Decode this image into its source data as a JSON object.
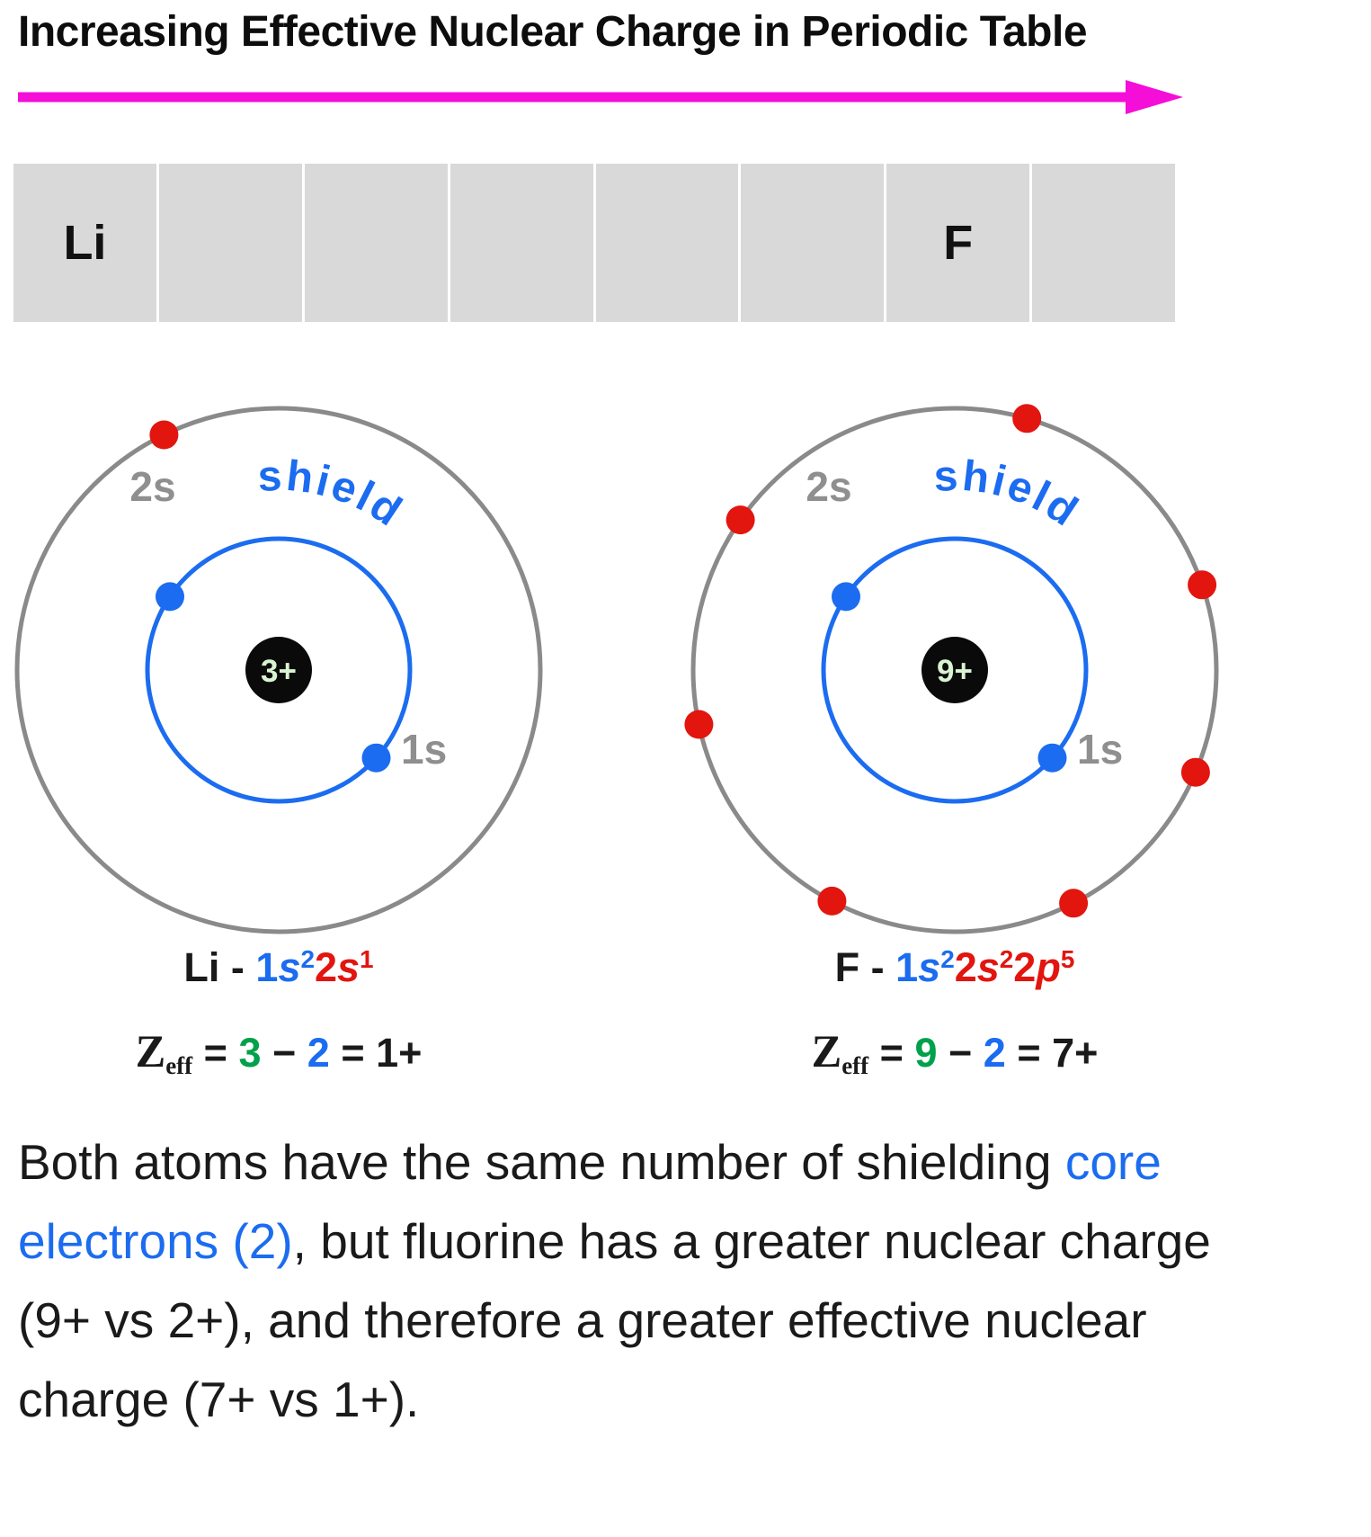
{
  "title": "Increasing Effective Nuclear Charge in Periodic Table",
  "colors": {
    "text": "#1a1a1a",
    "blue": "#1b6cf0",
    "red": "#e2150f",
    "green": "#00a14b",
    "magenta": "#f50dd8",
    "gray_label": "#8f8f8f",
    "shell_gray": "#8a8a8a",
    "cell_bg": "#d9d9d9",
    "nucleus_bg": "#0a0a0a",
    "nucleus_text": "#d9f2d2"
  },
  "periodic_row": {
    "cells": [
      "Li",
      "",
      "",
      "",
      "",
      "",
      "F",
      ""
    ]
  },
  "atoms": [
    {
      "element": "Li",
      "nucleus_label": "3+",
      "outer_shell_label": "2s",
      "inner_shell_label": "1s",
      "shield_label": "shield",
      "outer_electron_angles": [
        116
      ],
      "inner_electron_angles": [
        146,
        318
      ]
    },
    {
      "element": "F",
      "nucleus_label": "9+",
      "outer_shell_label": "2s",
      "inner_shell_label": "1s",
      "shield_label": "shield",
      "outer_electron_angles": [
        19,
        74,
        145,
        192,
        242,
        297,
        337
      ],
      "inner_electron_angles": [
        146,
        318
      ]
    }
  ],
  "config_lines": {
    "li": [
      {
        "t": "Li - ",
        "c": "text"
      },
      {
        "t": "1",
        "c": "blue"
      },
      {
        "t": "s",
        "c": "blue",
        "i": true
      },
      {
        "t": "2",
        "c": "blue",
        "sup": true
      },
      {
        "t": "2",
        "c": "red"
      },
      {
        "t": "s",
        "c": "red",
        "i": true
      },
      {
        "t": "1",
        "c": "red",
        "sup": true
      }
    ],
    "f": [
      {
        "t": "F - ",
        "c": "text"
      },
      {
        "t": "1",
        "c": "blue"
      },
      {
        "t": "s",
        "c": "blue",
        "i": true
      },
      {
        "t": "2",
        "c": "blue",
        "sup": true
      },
      {
        "t": "2",
        "c": "red"
      },
      {
        "t": "s",
        "c": "red",
        "i": true
      },
      {
        "t": "2",
        "c": "red",
        "sup": true
      },
      {
        "t": "2",
        "c": "red"
      },
      {
        "t": "p",
        "c": "red",
        "i": true
      },
      {
        "t": "5",
        "c": "red",
        "sup": true
      }
    ],
    "li_zeff": [
      {
        "t": "Z",
        "c": "text",
        "serif": true
      },
      {
        "t": "eff",
        "c": "text",
        "serif": true,
        "sub": true
      },
      {
        "t": " = ",
        "c": "text"
      },
      {
        "t": "3",
        "c": "green"
      },
      {
        "t": " − ",
        "c": "text"
      },
      {
        "t": "2",
        "c": "blue"
      },
      {
        "t": " = 1+",
        "c": "text"
      }
    ],
    "f_zeff": [
      {
        "t": "Z",
        "c": "text",
        "serif": true
      },
      {
        "t": "eff",
        "c": "text",
        "serif": true,
        "sub": true
      },
      {
        "t": " = ",
        "c": "text"
      },
      {
        "t": "9",
        "c": "green"
      },
      {
        "t": " − ",
        "c": "text"
      },
      {
        "t": "2",
        "c": "blue"
      },
      {
        "t": " = 7+",
        "c": "text"
      }
    ]
  },
  "caption": {
    "lines": [
      [
        {
          "t": "Both atoms have the same number of shielding ",
          "c": "text"
        },
        {
          "t": "core",
          "c": "blue"
        }
      ],
      [
        {
          "t": "electrons (2)",
          "c": "blue"
        },
        {
          "t": ", but fluorine has a greater nuclear charge",
          "c": "text"
        }
      ],
      [
        {
          "t": "(9+ vs 2+), and therefore a greater effective nuclear",
          "c": "text"
        }
      ],
      [
        {
          "t": "charge (7+ vs 1+).",
          "c": "text"
        }
      ]
    ]
  }
}
